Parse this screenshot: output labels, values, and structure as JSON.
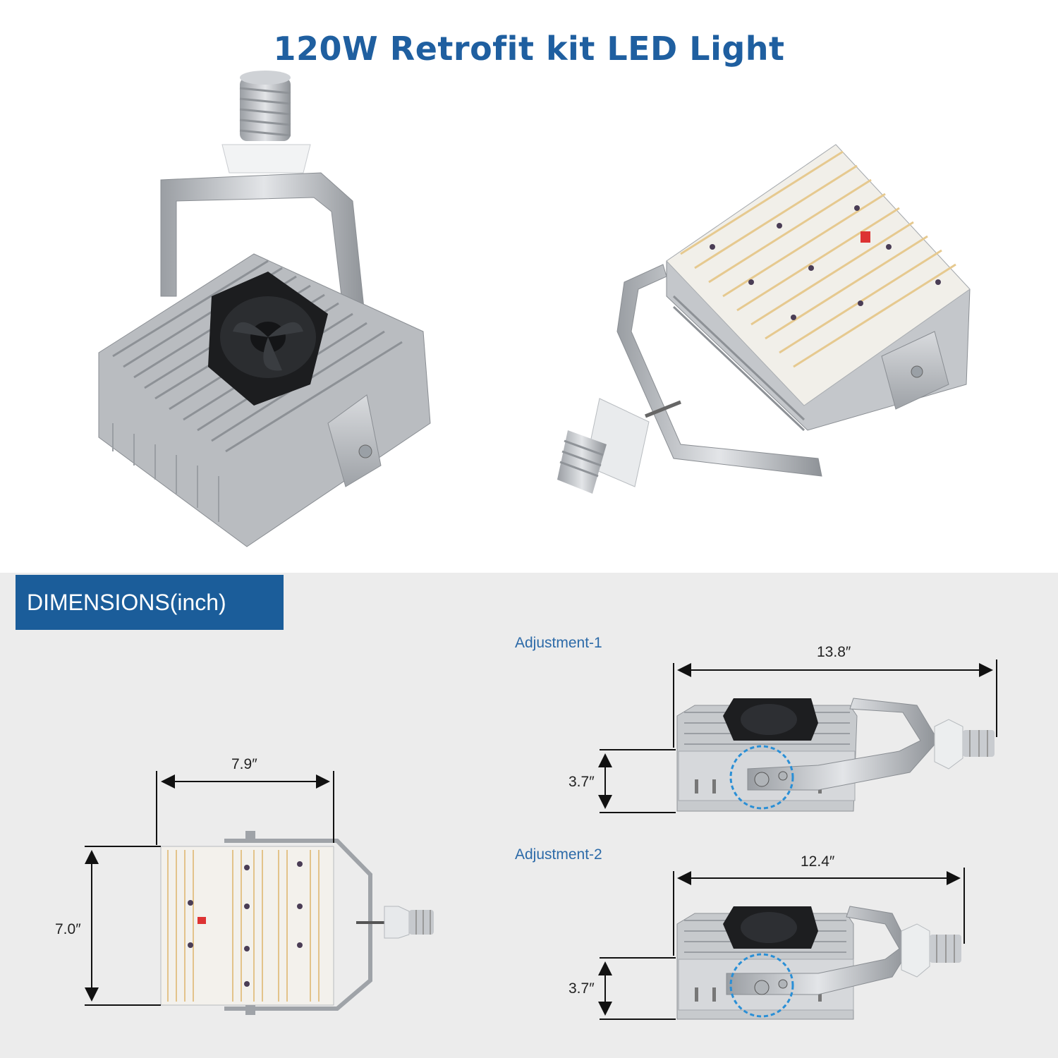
{
  "title": "120W Retrofit kit LED Light",
  "dimensions_header": "DIMENSIONS(inch)",
  "front_view": {
    "width": "7.9″",
    "height": "7.0″"
  },
  "adjustment_1": {
    "label": "Adjustment-1",
    "length": "13.8″",
    "height": "3.7″"
  },
  "adjustment_2": {
    "label": "Adjustment-2",
    "length": "12.4″",
    "height": "3.7″"
  },
  "colors": {
    "title_blue": "#1f5fa0",
    "banner_blue": "#1b5d9a",
    "section_grey": "#ececec"
  }
}
